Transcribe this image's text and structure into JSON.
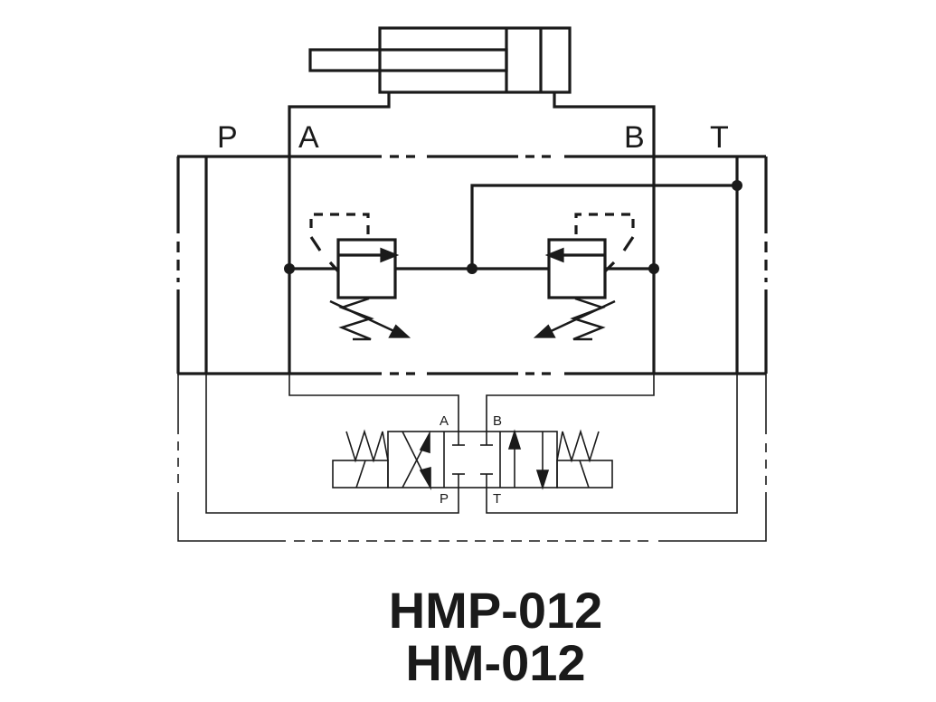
{
  "ports": {
    "p": "P",
    "a": "A",
    "b": "B",
    "t": "T"
  },
  "valve_ports": {
    "a": "A",
    "b": "B",
    "p": "P",
    "t": "T"
  },
  "titles": {
    "line1": "HMP-012",
    "line2": "HM-012"
  },
  "colors": {
    "ink": "#1a1a1a",
    "background": "#ffffff"
  }
}
